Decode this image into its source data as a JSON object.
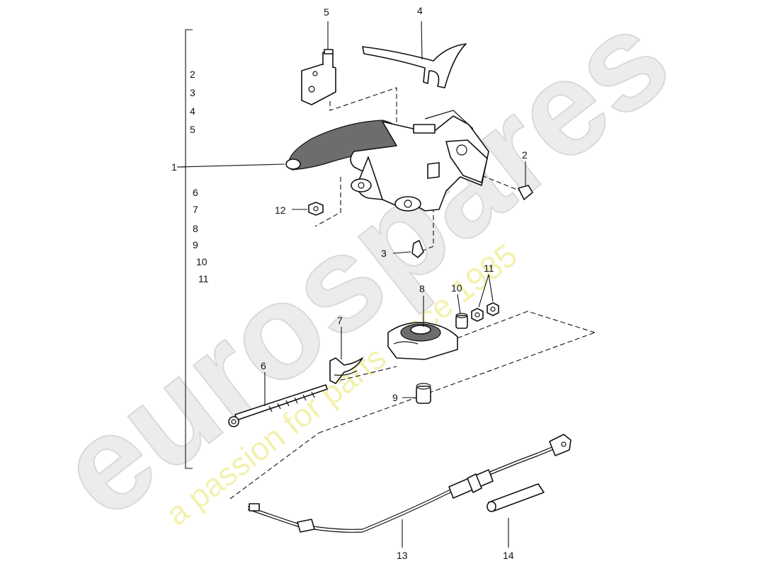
{
  "watermark": {
    "brand": "eurospares",
    "tagline": "a passion for parts since 1985"
  },
  "callouts": {
    "c1": "1",
    "c2": "2",
    "c3": "3",
    "c4": "4",
    "c5": "5",
    "c6": "6",
    "c7": "7",
    "c8": "8",
    "c9": "9",
    "c10": "10",
    "c11": "11",
    "c12": "12",
    "c13": "13",
    "c14": "14"
  },
  "assembly_list": [
    "2",
    "3",
    "4",
    "5",
    "6",
    "7",
    "8",
    "9",
    "10",
    "11"
  ]
}
